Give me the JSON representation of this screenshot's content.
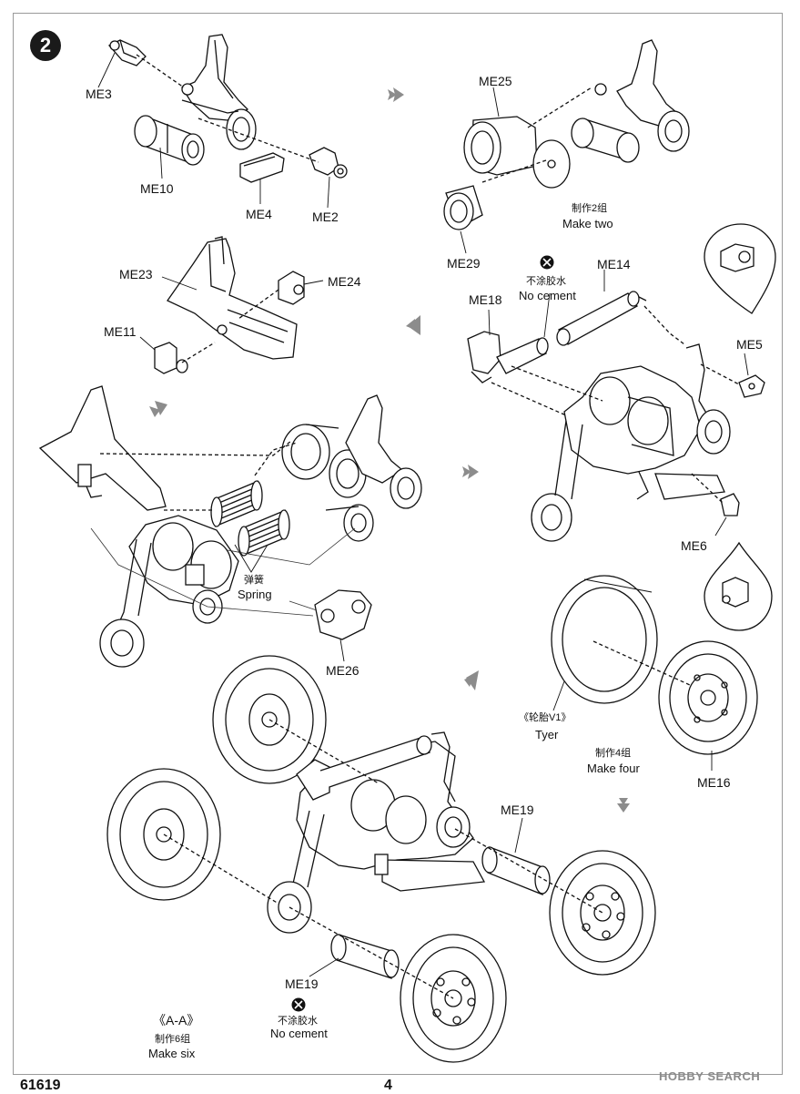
{
  "page": {
    "step_number": "2",
    "kit_number": "61619",
    "page_number": "4",
    "watermark": "HOBBY SEARCH"
  },
  "labels": {
    "me3": "ME3",
    "me10": "ME10",
    "me4": "ME4",
    "me2": "ME2",
    "me25": "ME25",
    "me29": "ME29",
    "me23": "ME23",
    "me24": "ME24",
    "me11": "ME11",
    "me18": "ME18",
    "me14": "ME14",
    "me5": "ME5",
    "me6": "ME6",
    "me26": "ME26",
    "me16": "ME16",
    "me19_upper": "ME19",
    "me19_lower": "ME19"
  },
  "notes": {
    "make_two_cn": "制作2组",
    "make_two_en": "Make two",
    "no_cement_upper_cn": "不涂胶水",
    "no_cement_upper_en": "No cement",
    "spring_cn": "弹簧",
    "spring_en": "Spring",
    "tyer_cn": "《轮胎V1》",
    "tyer_en": "Tyer",
    "make_four_cn": "制作4组",
    "make_four_en": "Make four",
    "section_aa": "《A-A》",
    "make_six_cn": "制作6组",
    "make_six_en": "Make six",
    "no_cement_lower_cn": "不涂胶水",
    "no_cement_lower_en": "No cement"
  },
  "colors": {
    "ink": "#111111",
    "arrow_gray": "#8c8c8c",
    "badge": "#1a1a1a"
  },
  "icons": [
    "step-badge",
    "no-cement-icon",
    "flow-arrow",
    "callout-bubble"
  ]
}
